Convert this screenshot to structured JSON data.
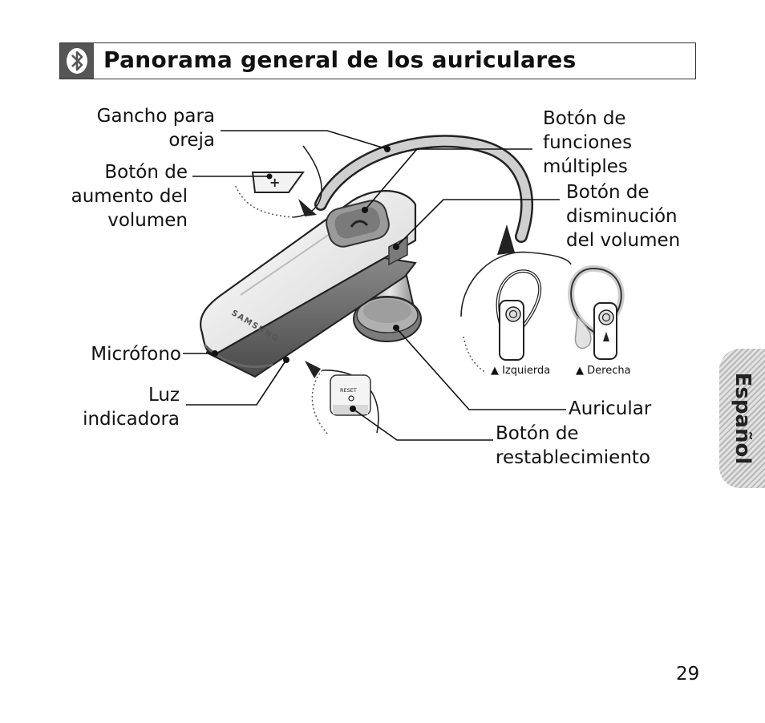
{
  "header": {
    "title": "Panorama general de los auriculares",
    "icon": "bluetooth-icon"
  },
  "labels": {
    "gancho": [
      "Gancho para",
      "oreja"
    ],
    "aumento": [
      "Botón de",
      "aumento del",
      "volumen"
    ],
    "microfono": [
      "Micrófono"
    ],
    "luz": [
      "Luz",
      "indicadora"
    ],
    "funciones": [
      "Botón de",
      "funciones",
      "múltiples"
    ],
    "disminucion": [
      "Botón de",
      "disminución",
      "del volumen"
    ],
    "auricular": [
      "Auricular"
    ],
    "restablecimiento": [
      "Botón de",
      "restablecimiento"
    ]
  },
  "wear": {
    "left": "▲ Izquierda",
    "right": "▲ Derecha"
  },
  "device": {
    "brand": "SAMSUNG",
    "reset": "RESET"
  },
  "side_tab": "Español",
  "page_number": "29"
}
